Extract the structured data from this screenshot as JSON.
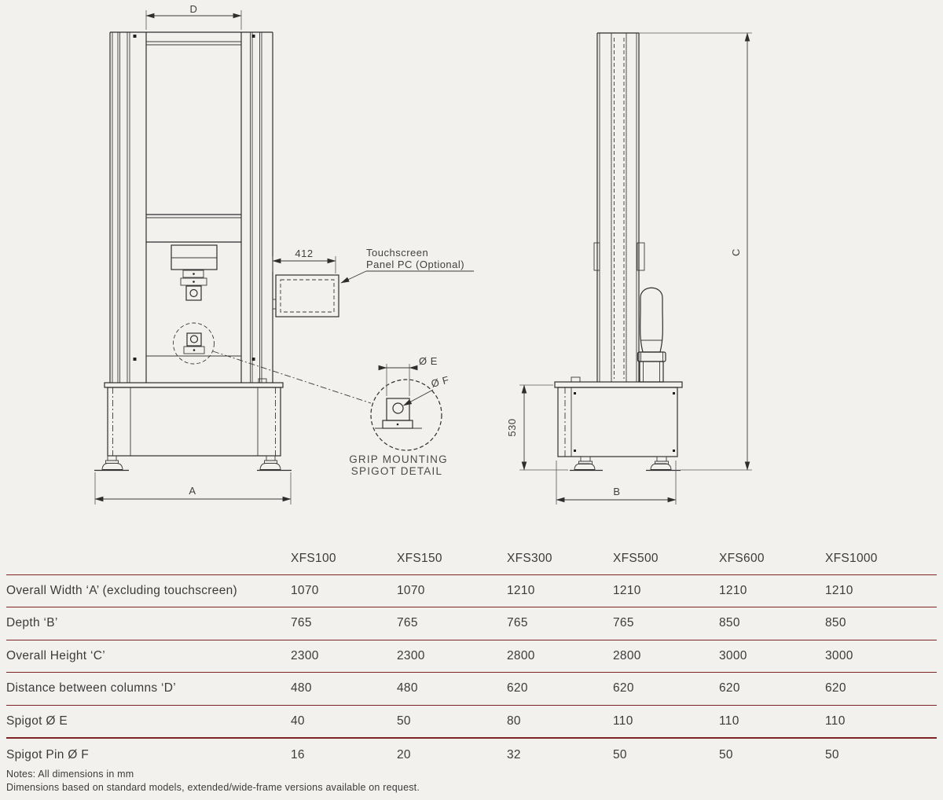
{
  "drawing": {
    "front_view": {
      "dim_top_columns": "D",
      "dim_overall_width": "A",
      "dim_touchscreen_width": "412"
    },
    "touchscreen": {
      "label_line1": "Touchscreen",
      "label_line2": "Panel PC (Optional)"
    },
    "spigot_detail": {
      "dim_spigot_diameter": "Ø E",
      "dim_pin_diameter": "Ø F",
      "caption_line1": "GRIP MOUNTING",
      "caption_line2": "SPIGOT DETAIL"
    },
    "side_view": {
      "dim_overall_height": "C",
      "dim_depth": "B",
      "dim_base_height": "530"
    }
  },
  "table": {
    "columns": [
      "XFS100",
      "XFS150",
      "XFS300",
      "XFS500",
      "XFS600",
      "XFS1000"
    ],
    "rows": [
      {
        "label": "Overall Width ‘A’ (excluding touchscreen)",
        "values": [
          "1070",
          "1070",
          "1210",
          "1210",
          "1210",
          "1210"
        ]
      },
      {
        "label": "Depth ‘B’",
        "values": [
          "765",
          "765",
          "765",
          "765",
          "850",
          "850"
        ]
      },
      {
        "label": "Overall Height ‘C’",
        "values": [
          "2300",
          "2300",
          "2800",
          "2800",
          "3000",
          "3000"
        ]
      },
      {
        "label": "Distance between columns ‘D’",
        "values": [
          "480",
          "480",
          "620",
          "620",
          "620",
          "620"
        ]
      },
      {
        "label": "Spigot Ø E",
        "values": [
          "40",
          "50",
          "80",
          "110",
          "110",
          "110"
        ]
      },
      {
        "label": "Spigot Pin Ø F",
        "values": [
          "16",
          "20",
          "32",
          "50",
          "50",
          "50"
        ]
      }
    ]
  },
  "notes": {
    "line1": "Notes: All dimensions in mm",
    "line2": "Dimensions based on standard models, extended/wide-frame versions available on request."
  },
  "colors": {
    "background": "#f2f1ee",
    "drawing_line": "#2e2e2e",
    "table_rule": "#7e2424",
    "text": "#3b3b3b"
  }
}
